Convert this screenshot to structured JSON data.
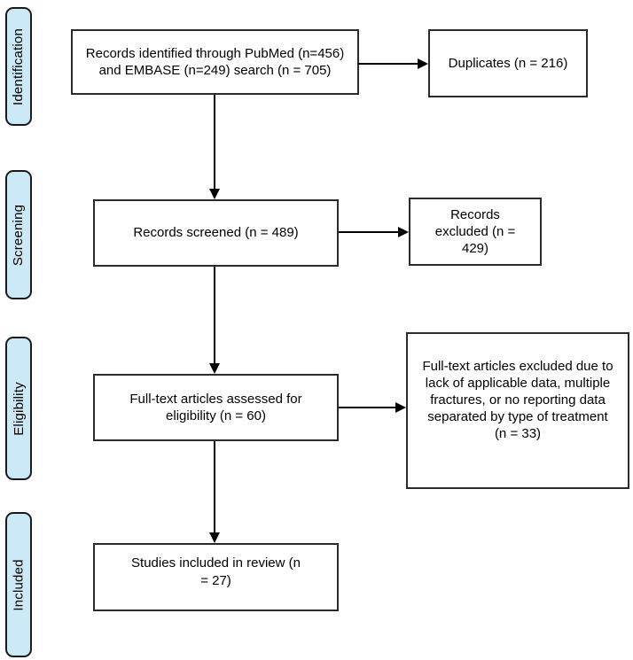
{
  "diagram": {
    "type": "prisma-flow-diagram",
    "stage_labels": [
      {
        "id": "identification",
        "label": "Identification"
      },
      {
        "id": "screening",
        "label": "Screening"
      },
      {
        "id": "eligibility",
        "label": "Eligibility"
      },
      {
        "id": "included",
        "label": "Included"
      }
    ],
    "nodes": [
      {
        "id": "records-identified",
        "text": "Records identified through PubMed (n=456) and EMBASE (n=249) search (n = 705)"
      },
      {
        "id": "duplicates",
        "text": "Duplicates (n = 216)"
      },
      {
        "id": "records-screened",
        "text": "Records screened (n = 489)"
      },
      {
        "id": "records-excluded",
        "text": "Records excluded (n = 429)"
      },
      {
        "id": "fulltext-assessed",
        "text": "Full-text articles assessed for eligibility (n = 60)"
      },
      {
        "id": "fulltext-excluded",
        "text": "Full-text articles excluded due to lack of applicable data, multiple fractures, or no reporting data separated by type of treatment    (n = 33)"
      },
      {
        "id": "studies-included",
        "text": "Studies included in review (n = 27)"
      }
    ],
    "counts": {
      "pubmed": 456,
      "embase": 249,
      "identified_total": 705,
      "duplicates": 216,
      "screened": 489,
      "records_excluded": 429,
      "fulltext_assessed": 60,
      "fulltext_excluded": 33,
      "included_in_review": 27
    },
    "colors": {
      "stage_fill": "#cce9f8",
      "box_fill": "#ffffff",
      "box_border": "#2b2b2b",
      "stage_border": "#1a1a1a",
      "arrow": "#000000",
      "text": "#000000"
    }
  }
}
